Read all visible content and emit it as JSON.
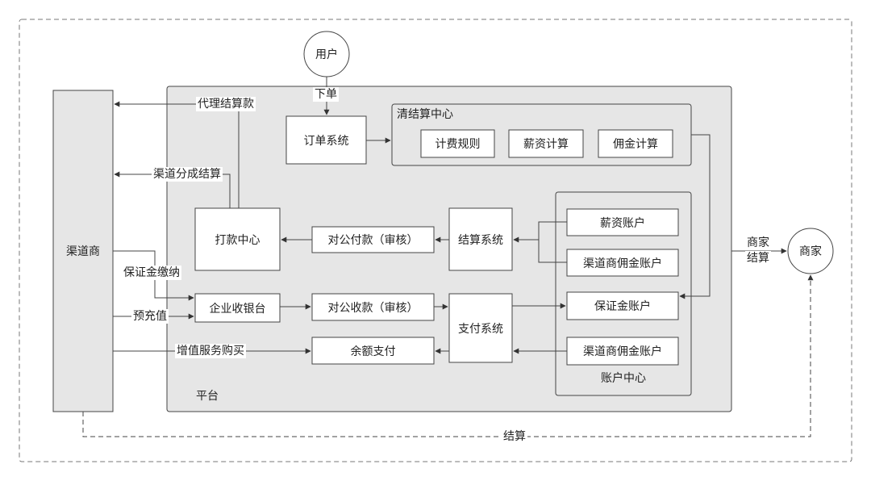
{
  "nodes": {
    "user": "用户",
    "merchant": "商家",
    "channel": "渠道商",
    "order_system": "订单系统",
    "clearing_center": "清结算中心",
    "fee_rules": "计费规则",
    "salary_calc": "薪资计算",
    "commission_calc": "佣金计算",
    "payout_center": "打款中心",
    "corp_payment_review": "对公付款（审核）",
    "settlement_system": "结算系统",
    "salary_account": "薪资账户",
    "channel_commission_account_1": "渠道商佣金账户",
    "enterprise_cashier": "企业收银台",
    "corp_receipt_review": "对公收款（审核）",
    "payment_system": "支付系统",
    "deposit_account": "保证金账户",
    "balance_payment": "余额支付",
    "channel_commission_account_2": "渠道商佣金账户",
    "account_center": "账户中心",
    "platform": "平台"
  },
  "edges": {
    "place_order": "下单",
    "agent_settlement": "代理结算款",
    "channel_revenue_share": "渠道分成结算",
    "deposit_payment": "保证金缴纳",
    "prepaid": "预充值",
    "value_added_purchase": "增值服务购买",
    "merchant_settlement_line1": "商家",
    "merchant_settlement_line2": "结算",
    "settlement": "结算"
  },
  "colors": {
    "line": "#444444",
    "container_fill": "#e6e6e6",
    "box_fill": "#ffffff",
    "outer_dash": "#777777"
  }
}
